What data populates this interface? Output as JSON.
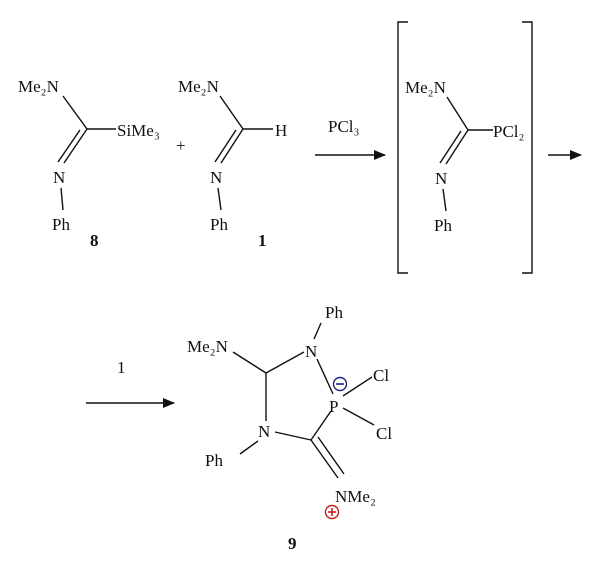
{
  "compound_8": {
    "amine": "Me₂N",
    "silyl": "SiMe₃",
    "imine_n": "N",
    "phenyl": "Ph",
    "label": "8"
  },
  "plus_sign": "+",
  "compound_1": {
    "amine": "Me₂N",
    "hydrogen": "H",
    "imine_n": "N",
    "phenyl": "Ph",
    "label": "1"
  },
  "arrow_1": {
    "reagent": "PCl₃"
  },
  "intermediate": {
    "amine": "Me₂N",
    "phosphorus_group": "PCl₂",
    "imine_n": "N",
    "phenyl": "Ph"
  },
  "arrow_2": {
    "reagent": "1"
  },
  "product_9": {
    "amine": "Me₂N",
    "ring_n_top": "N",
    "ring_n_bottom": "N",
    "phenyl_top": "Ph",
    "phenyl_bottom": "Ph",
    "phosphorus": "P",
    "chloro_1": "Cl",
    "chloro_2": "Cl",
    "iminium": "NMe₂",
    "label": "9"
  }
}
